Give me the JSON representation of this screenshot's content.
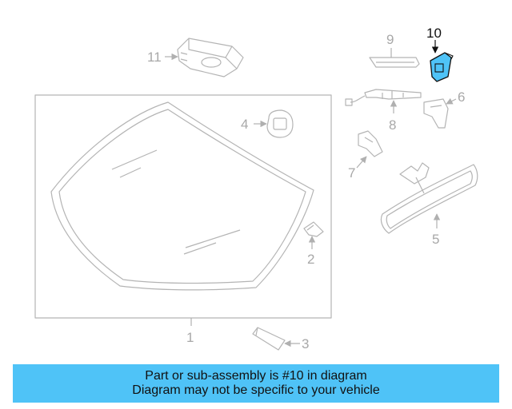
{
  "diagram": {
    "highlight_color": "#4fc3f7",
    "callouts": [
      {
        "id": "1",
        "text": "1"
      },
      {
        "id": "2",
        "text": "2"
      },
      {
        "id": "3",
        "text": "3"
      },
      {
        "id": "4",
        "text": "4"
      },
      {
        "id": "5",
        "text": "5"
      },
      {
        "id": "6",
        "text": "6"
      },
      {
        "id": "7",
        "text": "7"
      },
      {
        "id": "8",
        "text": "8"
      },
      {
        "id": "9",
        "text": "9"
      },
      {
        "id": "10",
        "text": "10",
        "highlighted": true
      },
      {
        "id": "11",
        "text": "11"
      }
    ]
  },
  "banner": {
    "line1": "Part or sub-assembly is #10 in diagram",
    "line2": "Diagram may not be specific to your vehicle",
    "background": "#4fc3f7"
  }
}
